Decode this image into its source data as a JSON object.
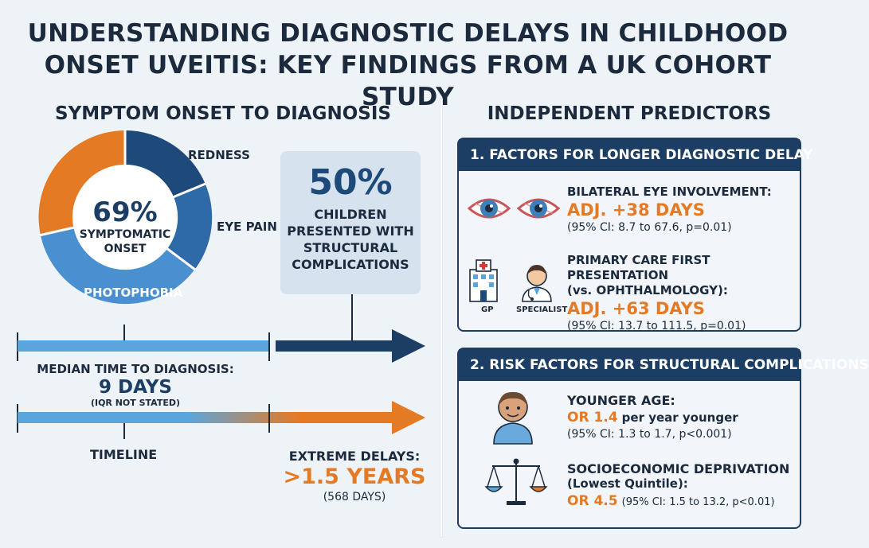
{
  "title": {
    "line1": "UNDERSTANDING DIAGNOSTIC DELAYS IN CHILDHOOD",
    "line2": "ONSET UVEITIS: KEY FINDINGS FROM A UK COHORT STUDY"
  },
  "left": {
    "heading": "SYMPTOM ONSET TO DIAGNOSIS",
    "donut": {
      "center_value": "69%",
      "center_label_1": "SYMPTOMATIC",
      "center_label_2": "ONSET",
      "segments": [
        {
          "label": "REDNESS",
          "color": "#1d4a7a"
        },
        {
          "label": "EYE PAIN",
          "color": "#2e69a8"
        },
        {
          "label": "PHOTOPHOBIA",
          "color": "#4a8fd0"
        },
        {
          "label": "",
          "color": "#e57a25"
        }
      ]
    },
    "stat_box": {
      "value": "50%",
      "line1": "CHILDREN",
      "line2": "PRESENTED WITH",
      "line3": "STRUCTURAL",
      "line4": "COMPLICATIONS"
    },
    "median": {
      "label": "MEDIAN TIME TO DIAGNOSIS:",
      "value": "9 DAYS",
      "note": "(IQR NOT STATED)"
    },
    "timeline_label": "TIMELINE",
    "extreme": {
      "label": "EXTREME DELAYS:",
      "value": ">1.5 YEARS",
      "note": "(568 DAYS)"
    },
    "colors": {
      "navy": "#1d3e64",
      "light_blue": "#5aa6dc",
      "orange": "#e57a25"
    }
  },
  "right": {
    "heading": "INDEPENDENT PREDICTORS",
    "panel1": {
      "header": "1. FACTORS FOR LONGER DIAGNOSTIC DELAY",
      "item1": {
        "title": "BILATERAL EYE INVOLVEMENT:",
        "value": "ADJ. +38 DAYS",
        "ci": "(95% CI: 8.7 to 67.6, p=0.01)"
      },
      "item2": {
        "title_1": "PRIMARY CARE FIRST PRESENTATION",
        "title_2": "(vs. OPHTHALMOLOGY):",
        "value": "ADJ. +63 DAYS",
        "ci": "(95% CI: 13.7 to 111.5, p=0.01)",
        "icon_gp": "GP",
        "icon_specialist": "SPECIALIST"
      }
    },
    "panel2": {
      "header": "2. RISK FACTORS FOR STRUCTURAL COMPLICATIONS",
      "item1": {
        "title": "YOUNGER AGE:",
        "value": "OR 1.4",
        "value_suffix": "per year younger",
        "ci": "(95% CI: 1.3 to 1.7, p<0.001)"
      },
      "item2": {
        "title_1": "SOCIOECONOMIC DEPRIVATION",
        "title_2": "(Lowest Quintile):",
        "value": "OR 4.5",
        "ci": "(95% CI: 1.5 to 13.2, p<0.01)"
      }
    }
  }
}
